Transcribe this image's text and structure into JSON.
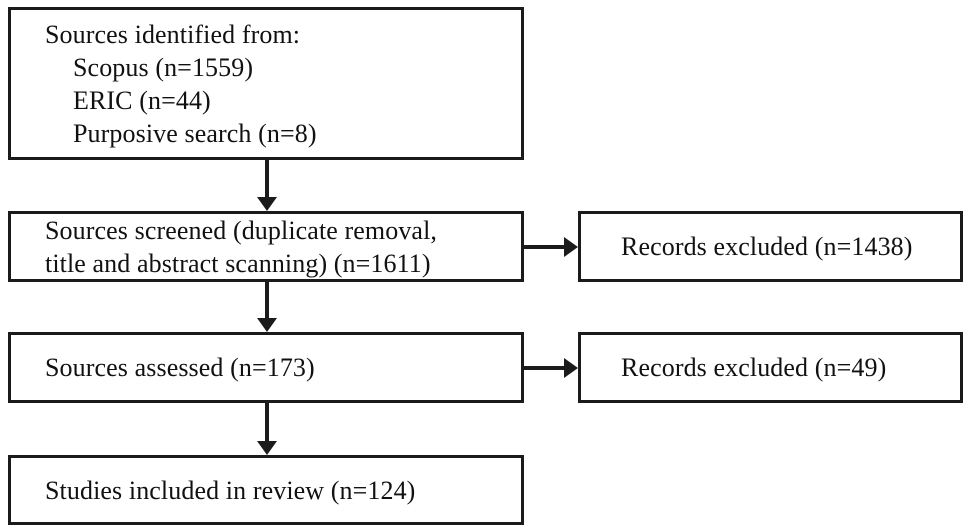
{
  "diagram": {
    "type": "prisma-flow-diagram",
    "title": "",
    "colors": {
      "box_border": "#1b1b1b",
      "box_fill": "#ffffff",
      "text": "#111111",
      "connector": "#1b1b1b",
      "background": "#ffffff"
    },
    "nodes": [
      {
        "id": "identified",
        "lines": [
          {
            "text": "Sources identified from:",
            "indent": false
          },
          {
            "text": "Scopus (n=1559)",
            "indent": true
          },
          {
            "text": "ERIC (n=44)",
            "indent": true
          },
          {
            "text": "Purposive search (n=8)",
            "indent": true
          }
        ]
      },
      {
        "id": "screened",
        "lines": [
          {
            "text": "Sources screened (duplicate removal,",
            "indent": false
          },
          {
            "text": "title and abstract scanning) (n=1611)",
            "indent": false
          }
        ]
      },
      {
        "id": "assessed",
        "lines": [
          {
            "text": "Sources assessed (n=173)",
            "indent": false
          }
        ]
      },
      {
        "id": "included",
        "lines": [
          {
            "text": "Studies included in review (n=124)",
            "indent": false
          }
        ]
      },
      {
        "id": "excluded-1",
        "lines": [
          {
            "text": "Records excluded (n=1438)",
            "indent": false
          }
        ]
      },
      {
        "id": "excluded-2",
        "lines": [
          {
            "text": "Records excluded (n=49)",
            "indent": false
          }
        ]
      }
    ],
    "counts": {
      "scopus": 1559,
      "eric": 44,
      "purposive_search": 8,
      "screened": 1611,
      "excluded_screening": 1438,
      "assessed": 173,
      "excluded_assessment": 49,
      "included": 124
    },
    "connectors": [
      {
        "id": "v1",
        "from": "identified",
        "to": "screened",
        "direction": "down"
      },
      {
        "id": "v2",
        "from": "screened",
        "to": "assessed",
        "direction": "down"
      },
      {
        "id": "v3",
        "from": "assessed",
        "to": "included",
        "direction": "down"
      },
      {
        "id": "h1",
        "from": "screened",
        "to": "excluded-1",
        "direction": "right"
      },
      {
        "id": "h2",
        "from": "assessed",
        "to": "excluded-2",
        "direction": "right"
      }
    ]
  }
}
